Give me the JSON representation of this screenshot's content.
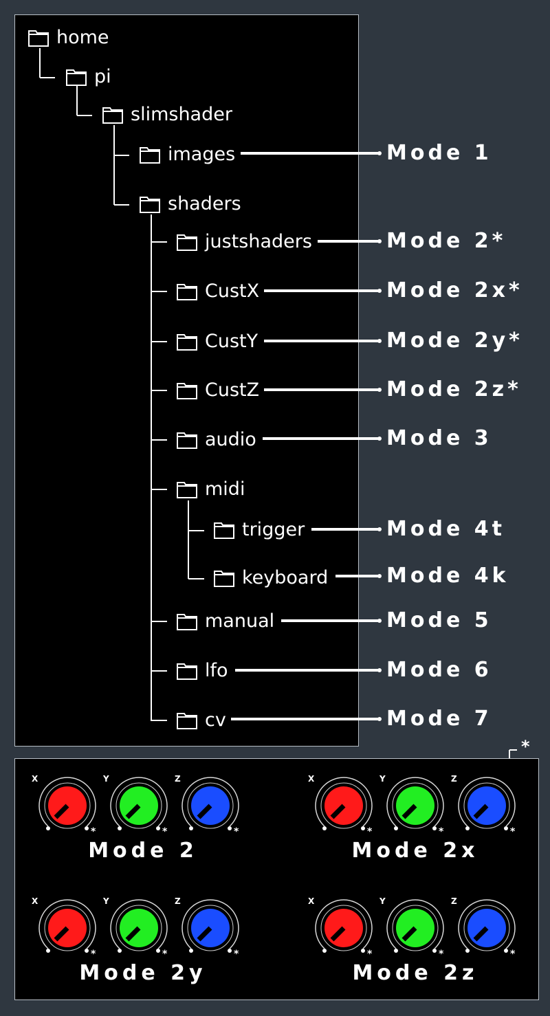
{
  "tree": {
    "nodes": [
      {
        "label": "home"
      },
      {
        "label": "pi"
      },
      {
        "label": "slimshader"
      },
      {
        "label": "images"
      },
      {
        "label": "shaders"
      },
      {
        "label": "justshaders"
      },
      {
        "label": "CustX"
      },
      {
        "label": "CustY"
      },
      {
        "label": "CustZ"
      },
      {
        "label": "audio"
      },
      {
        "label": "midi"
      },
      {
        "label": "trigger"
      },
      {
        "label": "keyboard"
      },
      {
        "label": "manual"
      },
      {
        "label": "lfo"
      },
      {
        "label": "cv"
      }
    ]
  },
  "modes": [
    {
      "node": "images",
      "label": "Mode 1"
    },
    {
      "node": "justshaders",
      "label": "Mode 2*"
    },
    {
      "node": "CustX",
      "label": "Mode 2x*"
    },
    {
      "node": "CustY",
      "label": "Mode 2y*"
    },
    {
      "node": "CustZ",
      "label": "Mode 2z*"
    },
    {
      "node": "audio",
      "label": "Mode 3"
    },
    {
      "node": "trigger",
      "label": "Mode 4t"
    },
    {
      "node": "keyboard",
      "label": "Mode 4k"
    },
    {
      "node": "manual",
      "label": "Mode 5"
    },
    {
      "node": "lfo",
      "label": "Mode 6"
    },
    {
      "node": "cv",
      "label": "Mode 7"
    }
  ],
  "footnote_marker": "*",
  "knob_groups": [
    {
      "title": "Mode 2",
      "knobs": [
        {
          "axis": "X",
          "color": "#ff1a1a"
        },
        {
          "axis": "Y",
          "color": "#22ee22"
        },
        {
          "axis": "Z",
          "color": "#1a4dff"
        }
      ]
    },
    {
      "title": "Mode 2x",
      "knobs": [
        {
          "axis": "X",
          "color": "#ff1a1a"
        },
        {
          "axis": "Y",
          "color": "#22ee22"
        },
        {
          "axis": "Z",
          "color": "#1a4dff"
        }
      ]
    },
    {
      "title": "Mode 2y",
      "knobs": [
        {
          "axis": "X",
          "color": "#ff1a1a"
        },
        {
          "axis": "Y",
          "color": "#22ee22"
        },
        {
          "axis": "Z",
          "color": "#1a4dff"
        }
      ]
    },
    {
      "title": "Mode 2z",
      "knobs": [
        {
          "axis": "X",
          "color": "#ff1a1a"
        },
        {
          "axis": "Y",
          "color": "#22ee22"
        },
        {
          "axis": "Z",
          "color": "#1a4dff"
        }
      ]
    }
  ],
  "knob_marker": "*",
  "colors": {
    "background": "#2f3740",
    "panel": "#000000",
    "line": "#ffffff"
  }
}
